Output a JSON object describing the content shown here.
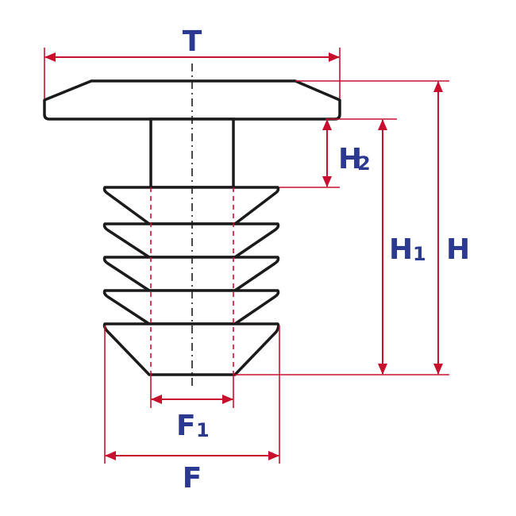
{
  "colors": {
    "outline": "#1a1a1a",
    "dimension": "#c8102e",
    "label": "#2b3990",
    "background": "#ffffff"
  },
  "labels": {
    "T": "T",
    "H": "H",
    "H1": "H",
    "H1_sub": "1",
    "H2": "H",
    "H2_sub": "2",
    "F": "F",
    "F1": "F",
    "F1_sub": "1"
  }
}
